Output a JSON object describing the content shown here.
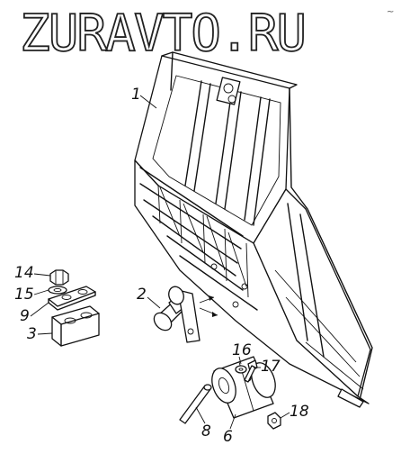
{
  "watermark": "ZURAVTO.RU",
  "corner_mark": "~",
  "callouts": [
    "1",
    "2",
    "3",
    "6",
    "8",
    "9",
    "14",
    "15",
    "16",
    "17",
    "18"
  ]
}
